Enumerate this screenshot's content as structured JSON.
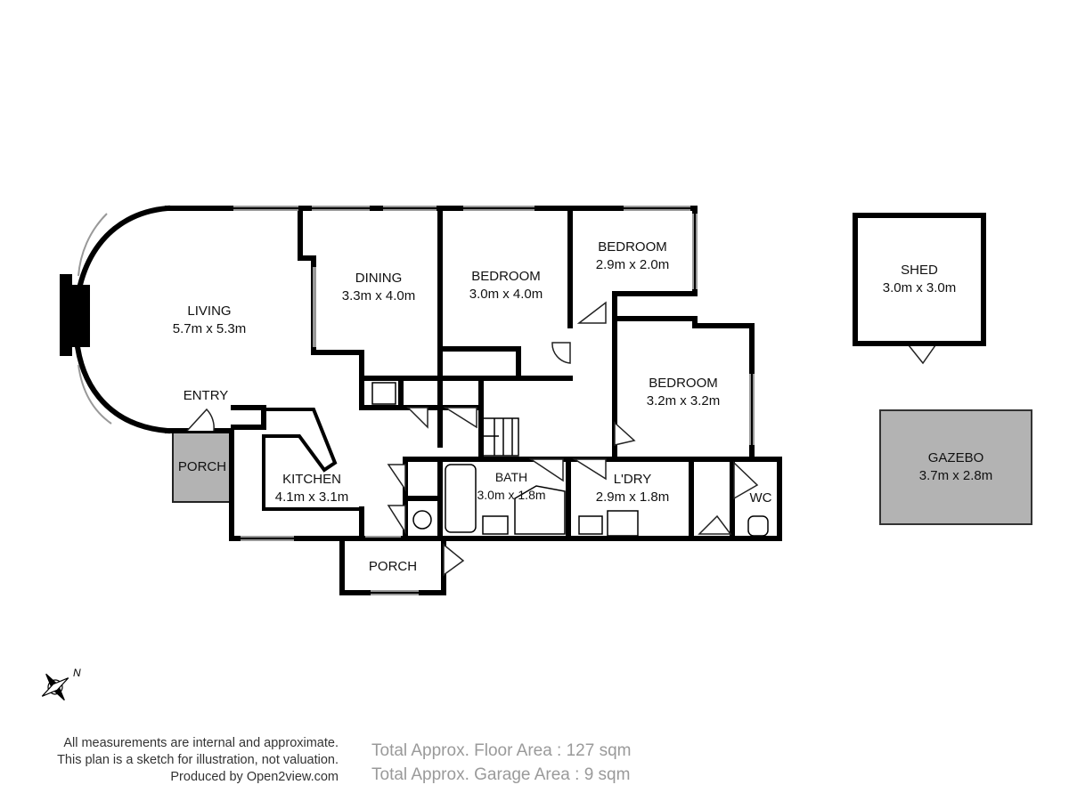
{
  "rooms": {
    "living": {
      "name": "LIVING",
      "dims": "5.7m x 5.3m"
    },
    "dining": {
      "name": "DINING",
      "dims": "3.3m x 4.0m"
    },
    "bedroom1": {
      "name": "BEDROOM",
      "dims": "3.0m x 4.0m"
    },
    "bedroom2": {
      "name": "BEDROOM",
      "dims": "2.9m x 2.0m"
    },
    "bedroom3": {
      "name": "BEDROOM",
      "dims": "3.2m x 3.2m"
    },
    "kitchen": {
      "name": "KITCHEN",
      "dims": "4.1m x 3.1m"
    },
    "bath": {
      "name": "BATH",
      "dims": "3.0m x 1.8m"
    },
    "laundry": {
      "name": "L'DRY",
      "dims": "2.9m x 1.8m"
    },
    "wc": {
      "name": "WC"
    },
    "entry": {
      "name": "ENTRY"
    },
    "porch_west": {
      "name": "PORCH"
    },
    "porch_south": {
      "name": "PORCH"
    },
    "shed": {
      "name": "SHED",
      "dims": "3.0m x 3.0m"
    },
    "gazebo": {
      "name": "GAZEBO",
      "dims": "3.7m x 2.8m"
    }
  },
  "compass": {
    "north_label": "N"
  },
  "disclaimer": {
    "line1": "All measurements are internal and approximate.",
    "line2": "This plan is a sketch for illustration, not valuation.",
    "line3": "Produced by Open2view.com"
  },
  "areas": {
    "floor": "Total Approx. Floor Area : 127 sqm",
    "garage": "Total Approx. Garage Area : 9 sqm"
  },
  "colors": {
    "wall": "#000000",
    "porch_fill": "#b3b3b3",
    "gazebo_fill": "#b3b3b3",
    "window": "#9a9a9a"
  }
}
